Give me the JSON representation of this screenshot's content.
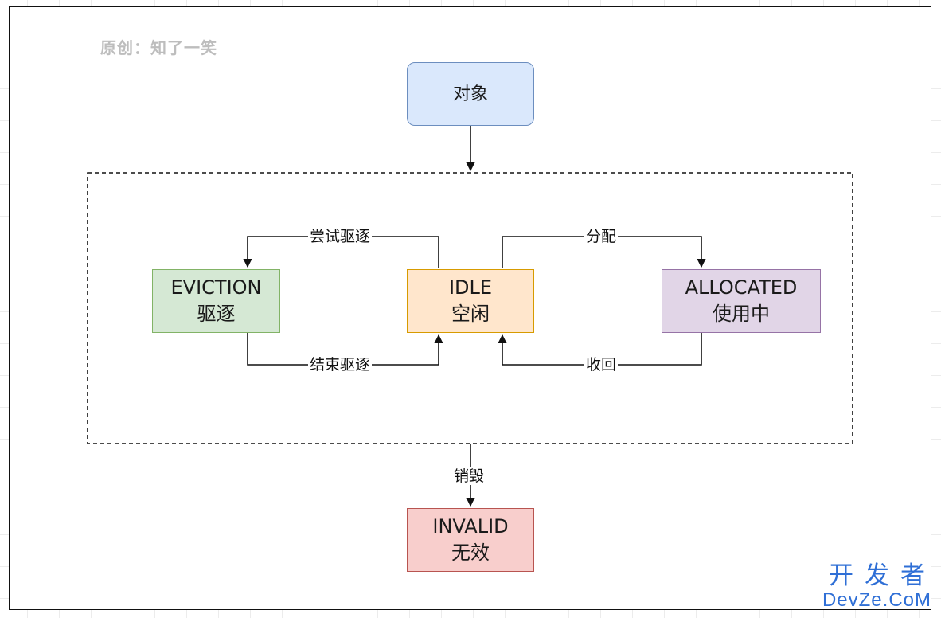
{
  "watermark": "原创：知了一笑",
  "nodes": {
    "object": {
      "line1": "对象",
      "fill": "#dae8fc",
      "stroke": "#6c8ebf"
    },
    "eviction": {
      "line1": "EVICTION",
      "line2": "驱逐",
      "fill": "#d5e8d4",
      "stroke": "#82b366"
    },
    "idle": {
      "line1": "IDLE",
      "line2": "空闲",
      "fill": "#ffe6cc",
      "stroke": "#d79b00"
    },
    "allocated": {
      "line1": "ALLOCATED",
      "line2": "使用中",
      "fill": "#e1d5e7",
      "stroke": "#9673a6"
    },
    "invalid": {
      "line1": "INVALID",
      "line2": "无效",
      "fill": "#f8cecc",
      "stroke": "#b85450"
    }
  },
  "edges": {
    "try_evict": "尝试驱逐",
    "end_evict": "结束驱逐",
    "allocate": "分配",
    "reclaim": "收回",
    "destroy": "销毁"
  },
  "brand": {
    "cn": "开发者",
    "en": "DevZe.CoM"
  }
}
